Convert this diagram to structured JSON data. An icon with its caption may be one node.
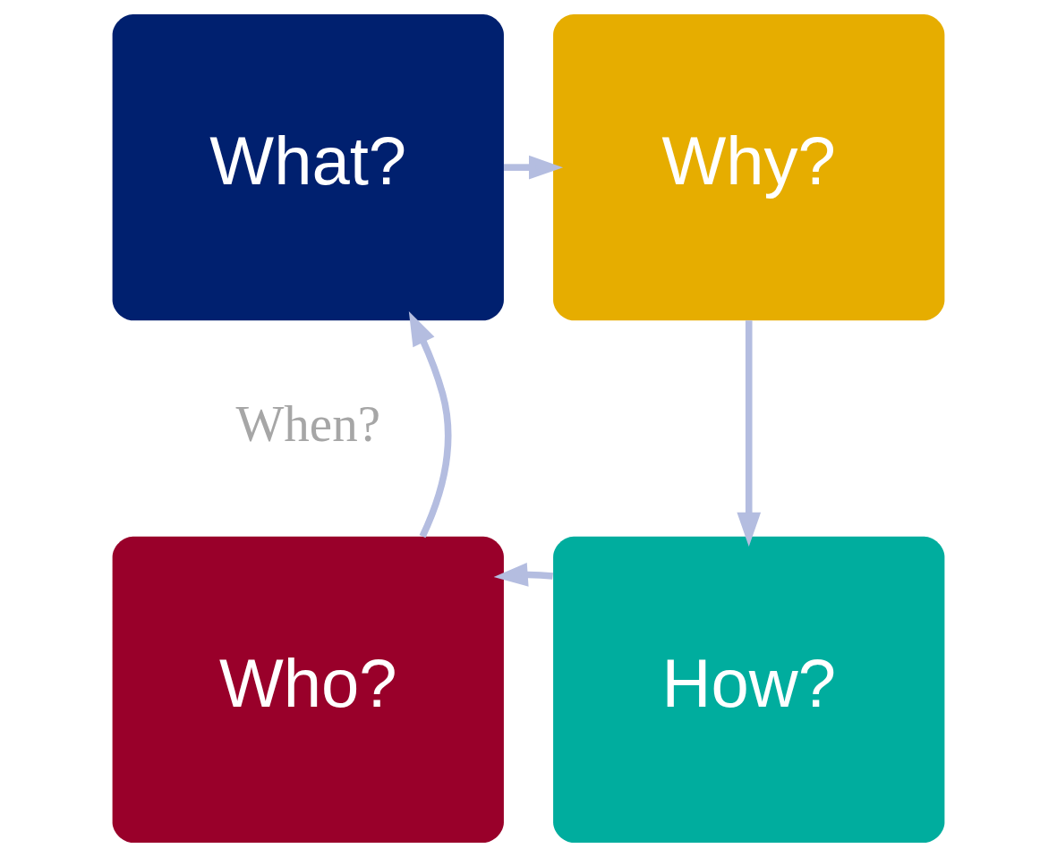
{
  "diagram": {
    "nodes": [
      {
        "text": [
          "What?"
        ]
      },
      {
        "text": [
          "Why?"
        ]
      },
      {
        "text": [
          "Who?"
        ]
      },
      {
        "text": [
          "How?"
        ]
      }
    ],
    "edges": [
      {
        "from": 0,
        "to": 1,
        "arrow": "to"
      },
      {
        "from": 1,
        "to": 3,
        "arrow": "to"
      },
      {
        "from": 3,
        "to": 2,
        "arrow": "to"
      },
      {
        "from": 2,
        "to": 0,
        "arrow": "to"
      }
    ],
    "labels": [
      "When?"
    ]
  }
}
